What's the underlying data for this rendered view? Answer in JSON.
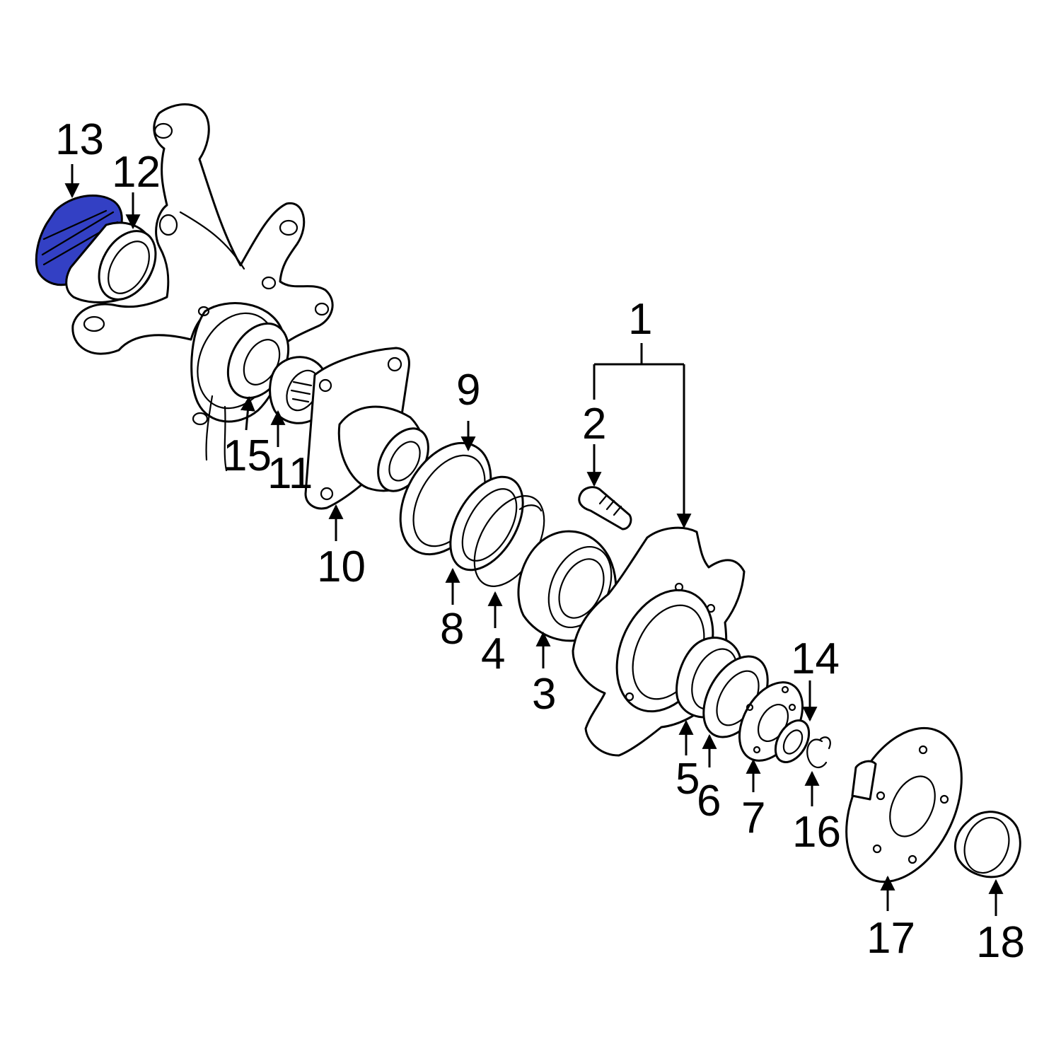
{
  "diagram": {
    "highlight_color": "#3340c4",
    "highlighted_part": "13",
    "callouts": [
      {
        "id": "c1",
        "label": "1"
      },
      {
        "id": "c2",
        "label": "2"
      },
      {
        "id": "c3",
        "label": "3"
      },
      {
        "id": "c4",
        "label": "4"
      },
      {
        "id": "c5",
        "label": "5"
      },
      {
        "id": "c6",
        "label": "6"
      },
      {
        "id": "c7",
        "label": "7"
      },
      {
        "id": "c8",
        "label": "8"
      },
      {
        "id": "c9",
        "label": "9"
      },
      {
        "id": "c10",
        "label": "10"
      },
      {
        "id": "c11",
        "label": "11"
      },
      {
        "id": "c12",
        "label": "12"
      },
      {
        "id": "c13",
        "label": "13"
      },
      {
        "id": "c14",
        "label": "14"
      },
      {
        "id": "c15",
        "label": "15"
      },
      {
        "id": "c16",
        "label": "16"
      },
      {
        "id": "c17",
        "label": "17"
      },
      {
        "id": "c18",
        "label": "18"
      }
    ]
  }
}
